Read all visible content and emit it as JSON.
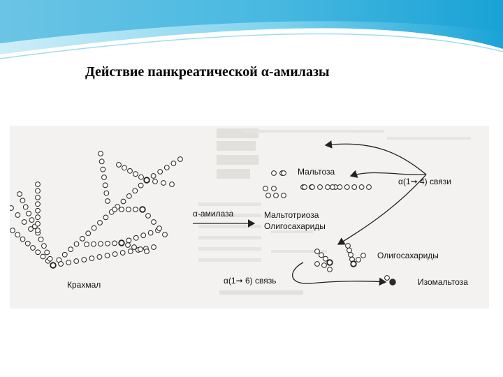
{
  "slide": {
    "title": "Действие панкреатической α-амилазы"
  },
  "diagram": {
    "starch_label": "Крахмал",
    "enzyme_label": "α-амилаза",
    "maltose_label": "Мальтоза",
    "alpha14_label": "α(1➞ 4) связи",
    "maltotriose_label": "Мальтотриоза",
    "oligo_label_1": "Олигосахариды",
    "oligo_label_2": "Олигосахариды",
    "alpha16_label": "α(1➞ 6) связь",
    "isomaltose_label": "Изомальтоза"
  },
  "colors": {
    "header_dark": "#1aa3d6",
    "header_light": "#7fd3ee",
    "ink": "#222222",
    "node_dark": "#2b2b2b",
    "scan_bg": "#f4f2f0"
  }
}
